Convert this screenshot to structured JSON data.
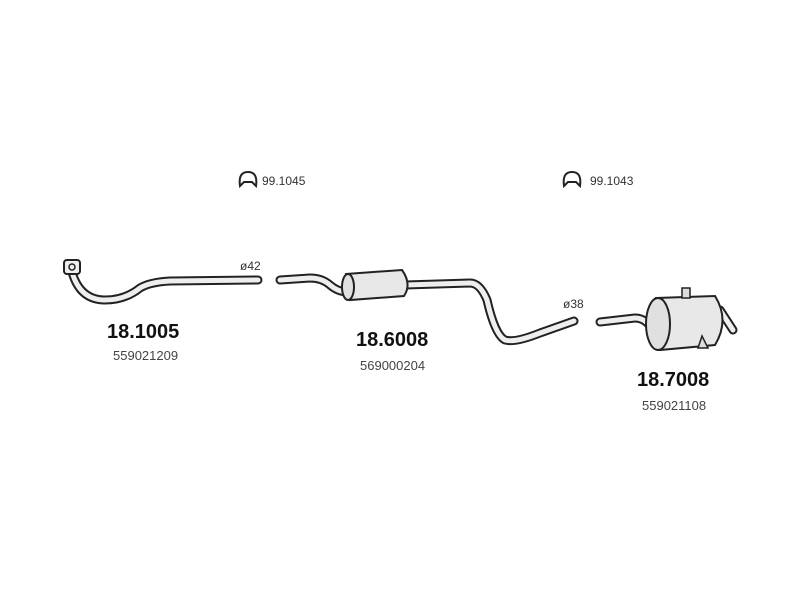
{
  "clamps": [
    {
      "icon": "clamp-icon",
      "part_no": "99.1045"
    },
    {
      "icon": "clamp-icon",
      "part_no": "99.1043"
    }
  ],
  "parts": [
    {
      "name": "front-pipe",
      "part_no": "18.1005",
      "oem": "559021209",
      "diameter": "ø42"
    },
    {
      "name": "middle-silencer",
      "part_no": "18.6008",
      "oem": "569000204",
      "diameter": "ø38"
    },
    {
      "name": "rear-silencer",
      "part_no": "18.7008",
      "oem": "559021108"
    }
  ]
}
